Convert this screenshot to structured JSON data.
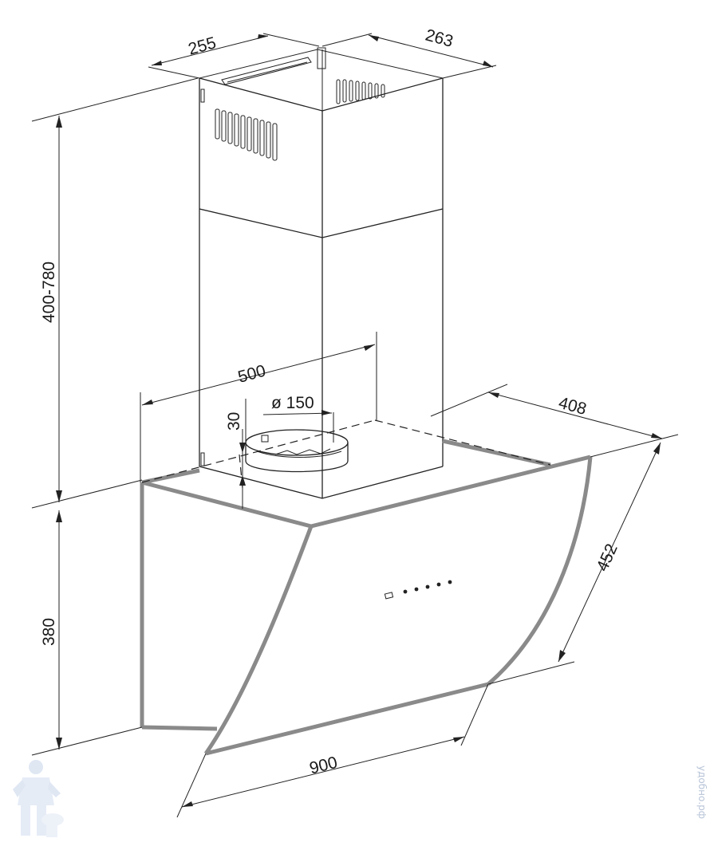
{
  "dimensions": {
    "chimney_width": "255",
    "chimney_depth": "263",
    "chimney_height": "400-780",
    "outlet_offset": "500",
    "outlet_diameter": "ø 150",
    "outlet_height": "30",
    "hood_depth": "408",
    "glass_length": "452",
    "hood_height": "380",
    "hood_width": "900"
  },
  "watermark": {
    "text": "удобно.рф"
  },
  "control_panel": {
    "buttons": 5
  }
}
